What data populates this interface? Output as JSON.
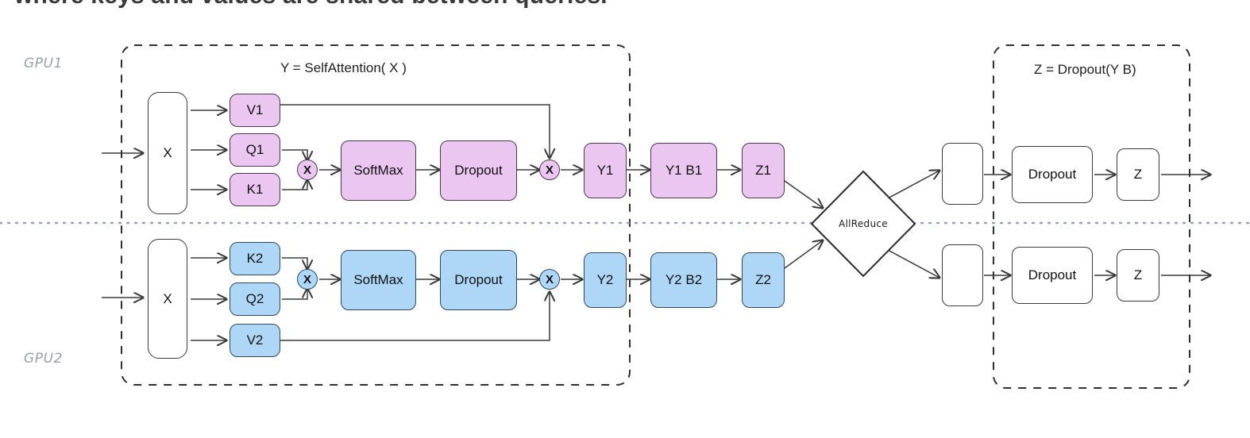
{
  "page": {
    "cut_off_heading": "where keys and values are shared between queries."
  },
  "labels": {
    "gpu1": "GPU1",
    "gpu2": "GPU2"
  },
  "groups": {
    "self_attention": {
      "title": "Y = SelfAttention( X )"
    },
    "dropout_group": {
      "title": "Z = Dropout(Y B)"
    }
  },
  "gpu1_row": {
    "input": "X",
    "projections": [
      "V1",
      "Q1",
      "K1"
    ],
    "softmax": "SoftMax",
    "dropout": "Dropout",
    "output": "Y1",
    "bias": "Y1 B1",
    "z": "Z1",
    "mul_glyph": "X",
    "post_box": "",
    "final_dropout": "Dropout",
    "final_output": "Z"
  },
  "gpu2_row": {
    "input": "X",
    "projections": [
      "K2",
      "Q2",
      "V2"
    ],
    "softmax": "SoftMax",
    "dropout": "Dropout",
    "output": "Y2",
    "bias": "Y2 B2",
    "z": "Z2",
    "mul_glyph": "X",
    "post_box": "",
    "final_dropout": "Dropout",
    "final_output": "Z"
  },
  "allreduce": {
    "label": "AllReduce"
  },
  "colors": {
    "gpu1_fill": "#eac6f0",
    "gpu2_fill": "#aed6f6",
    "stroke": "#3a3a3a",
    "gpu_label": "#9aa0b0",
    "divider": "#9b9bc0"
  }
}
